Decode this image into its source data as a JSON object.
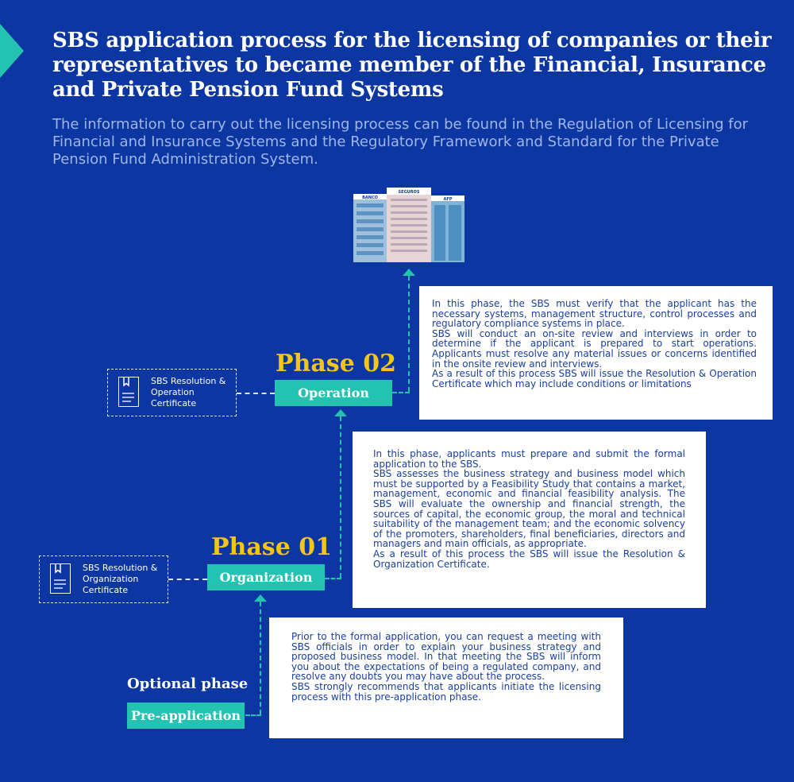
{
  "header": {
    "title": "SBS application process for the licensing of companies or their representatives to became member of the Financial, Insurance and Private Pension Fund Systems",
    "subtitle": "The information to carry out the licensing process can be found in the Regulation of Licensing for Financial and Insurance Systems and the Regulatory Framework and Standard for the Private Pension Fund Administration System."
  },
  "buildings": {
    "labels": [
      "BANCO",
      "SEGUROS",
      "AFP"
    ]
  },
  "phase02": {
    "title": "Phase 02",
    "button": "Operation",
    "certificate": "SBS Resolution & Operation Certificate",
    "description": [
      "In this phase, the SBS must verify that the applicant has the necessary systems, management structure, control processes and regulatory compliance systems in place.",
      "SBS will conduct an on-site review and interviews in order to determine if the applicant is prepared to start operations. Applicants must resolve any material issues or concerns identified in the onsite review and interviews.",
      "As a result of this process SBS will issue the Resolution & Operation Certificate which may include conditions or limitations"
    ]
  },
  "phase01": {
    "title": "Phase 01",
    "button": "Organization",
    "certificate": "SBS Resolution & Organization Certificate",
    "description": [
      "In this phase, applicants must prepare and submit the formal application to the SBS.",
      "SBS assesses the business strategy and business model which must be supported by a Feasibility Study that contains a market, management, economic and financial feasibility analysis. The SBS will evaluate the ownership and financial strength, the sources of capital, the economic group, the moral and technical suitability of the management team; and the economic solvency of the promoters, shareholders, final beneficiaries, directors and managers and main officials, as appropriate.",
      "As a result of this process the SBS will issue the Resolution & Organization Certificate."
    ]
  },
  "preapplication": {
    "title": "Optional phase",
    "button": "Pre-application",
    "description": [
      "Prior to the formal application, you can request a meeting with SBS officials in order to explain your business strategy and proposed business model. In that meeting the SBS will inform you about the expectations of being a regulated company, and resolve any doubts you may have about the process.",
      "SBS strongly recommends that applicants initiate the licensing process with this pre-application phase."
    ]
  },
  "colors": {
    "background": "#0c36a1",
    "accent": "#24c2b0",
    "phase_title": "#f5c518",
    "card_text": "#1a3f9c"
  }
}
